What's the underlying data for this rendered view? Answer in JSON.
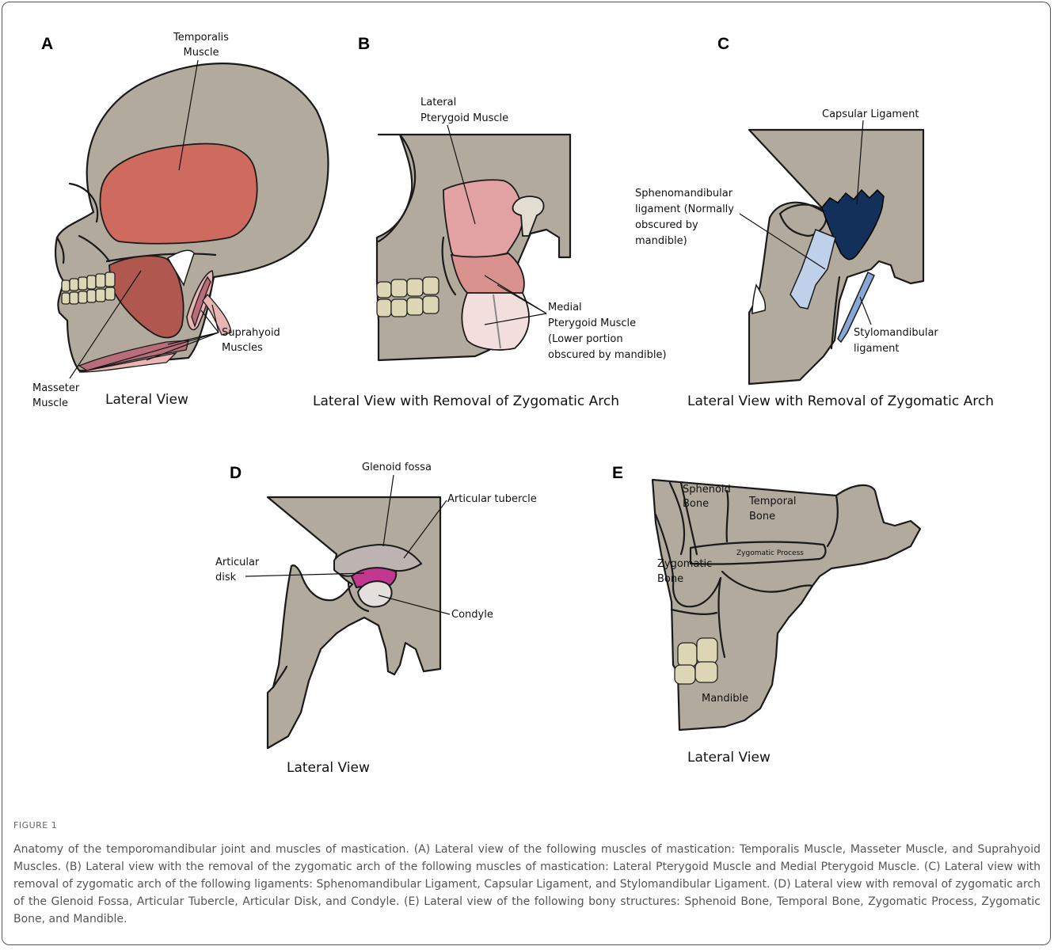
{
  "panels": {
    "a": {
      "letter": "A",
      "labels": {
        "temporalis_1": "Temporalis",
        "temporalis_2": "Muscle",
        "suprahyoid_1": "Suprahyoid",
        "suprahyoid_2": "Muscles",
        "masseter_1": "Masseter",
        "masseter_2": "Muscle"
      },
      "view": "Lateral View"
    },
    "b": {
      "letter": "B",
      "labels": {
        "lateral_ptery_1": "Lateral",
        "lateral_ptery_2": "Pterygoid Muscle",
        "medial_ptery_1": "Medial",
        "medial_ptery_2": "Pterygoid Muscle",
        "medial_ptery_3": "(Lower portion",
        "medial_ptery_4": "obscured by mandible)"
      },
      "view": "Lateral View with Removal of Zygomatic Arch"
    },
    "c": {
      "letter": "C",
      "labels": {
        "capsular": "Capsular Ligament",
        "spheno_1": "Sphenomandibular",
        "spheno_2": "ligament (Normally",
        "spheno_3": "obscured by",
        "spheno_4": "mandible)",
        "stylo_1": "Stylomandibular",
        "stylo_2": "ligament"
      },
      "view": "Lateral View with Removal of Zygomatic Arch"
    },
    "d": {
      "letter": "D",
      "labels": {
        "glenoid": "Glenoid fossa",
        "tubercle": "Articular tubercle",
        "disk_1": "Articular",
        "disk_2": "disk",
        "condyle": "Condyle"
      },
      "view": "Lateral View"
    },
    "e": {
      "letter": "E",
      "labels": {
        "sphenoid_1": "Sphenoid",
        "sphenoid_2": "Bone",
        "temporal_1": "Temporal",
        "temporal_2": "Bone",
        "zyg_process": "Zygomatic Process",
        "zygomatic_1": "Zygomatic",
        "zygomatic_2": "Bone",
        "mandible": "Mandible"
      },
      "view": "Lateral View"
    }
  },
  "colors": {
    "bone": "#b2aa9c",
    "temporalis": "#cf6a5f",
    "masseter": "#b05750",
    "suprahyoid": "#e8b5b3",
    "lateral_pterygoid": "#e2a2a3",
    "medial_pterygoid_upper": "#d8918c",
    "medial_pterygoid_lower": "#f3dede",
    "capsular_ligament": "#12305a",
    "spheno_ligament": "#bfd1ea",
    "stylo_ligament": "#8aa8d6",
    "articular_disk": "#c2378f",
    "condyle": "#e5dfdc",
    "teeth": "#ddd6b4"
  },
  "figure": {
    "label": "FIGURE 1",
    "caption": "Anatomy of the temporomandibular joint and muscles of mastication. (A) Lateral view of the following muscles of mastication: Temporalis Muscle, Masseter Muscle, and Suprahyoid Muscles. (B) Lateral view with the removal of the zygomatic arch of the following muscles of mastication: Lateral Pterygoid Muscle and Medial Pterygoid Muscle. (C) Lateral view with removal of zygomatic arch of the following ligaments: Sphenomandibular Ligament, Capsular Ligament, and Stylomandibular Ligament. (D) Lateral view with removal of zygomatic arch of the Glenoid Fossa, Articular Tubercle, Articular Disk, and Condyle. (E) Lateral view of the following bony structures: Sphenoid Bone, Temporal Bone, Zygomatic Process, Zygomatic Bone, and Mandible."
  }
}
